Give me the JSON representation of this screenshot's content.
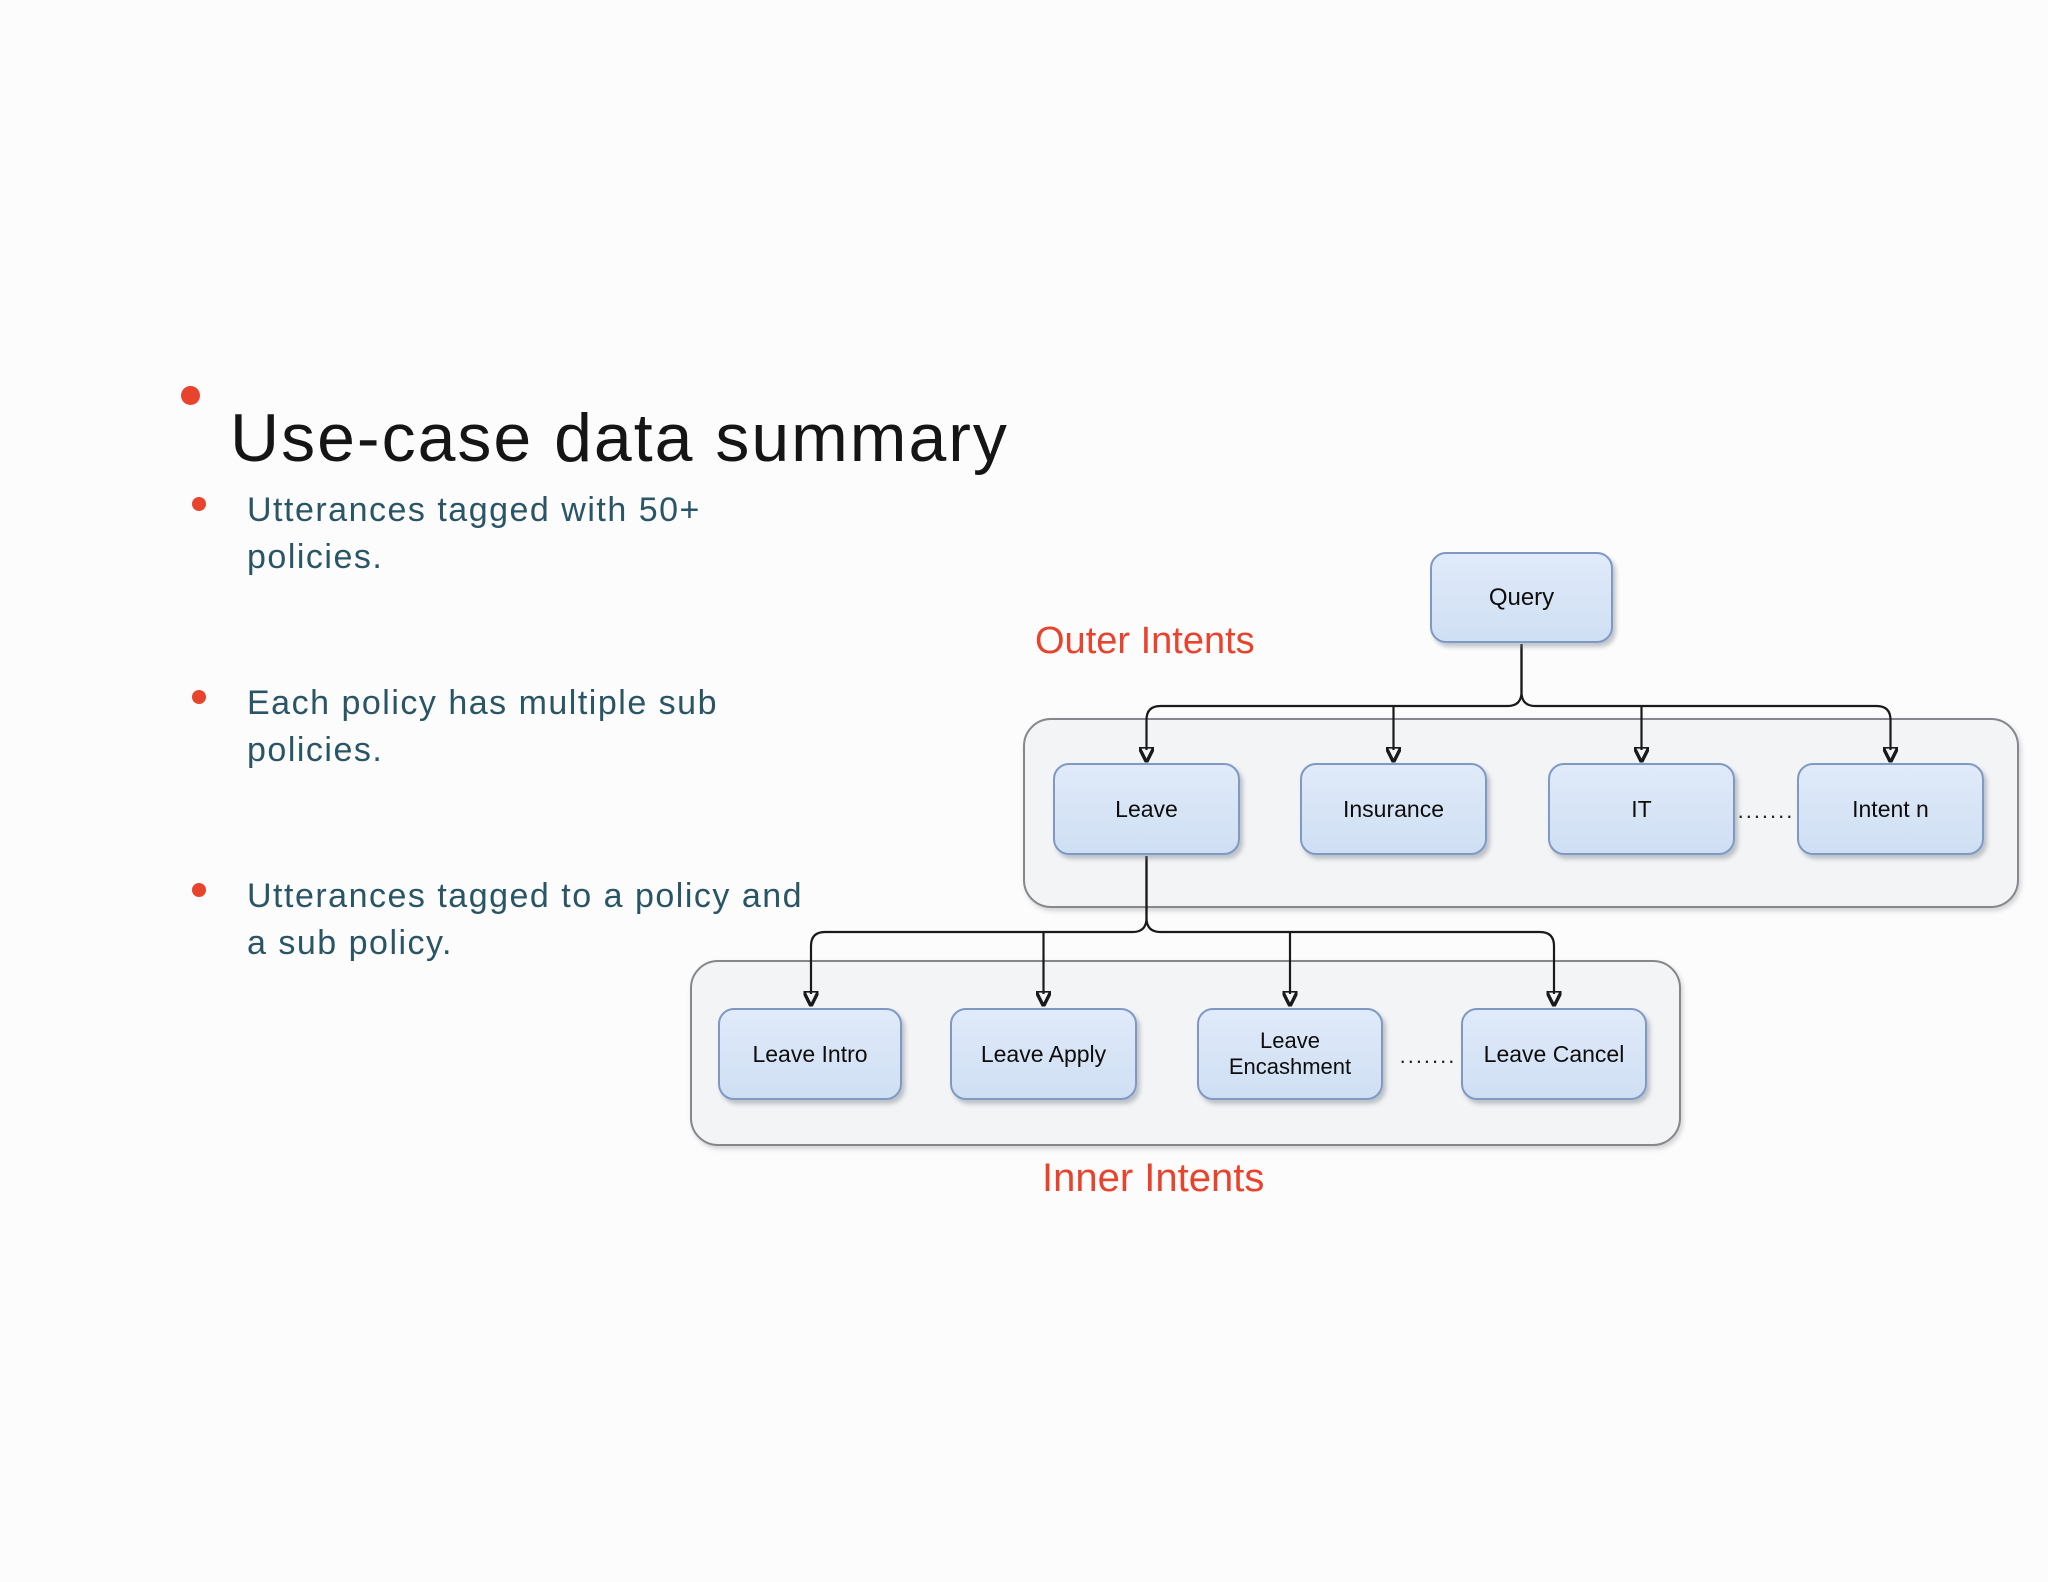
{
  "slide": {
    "title": "Use-case data summary",
    "bullets": [
      {
        "text": "Utterances tagged with 50+ policies."
      },
      {
        "text": "Each policy has multiple sub policies."
      },
      {
        "text": "Utterances tagged to a policy and a sub policy."
      }
    ]
  },
  "diagram": {
    "root_label": "Query",
    "outer_group_label": "Outer Intents",
    "inner_group_label": "Inner Intents",
    "outer_nodes": [
      "Leave",
      "Insurance",
      "IT",
      "Intent n"
    ],
    "outer_ellipsis": ".......",
    "inner_nodes": [
      "Leave Intro",
      "Leave Apply",
      "Leave Encashment",
      "Leave Cancel"
    ],
    "inner_ellipsis": ".......",
    "colors": {
      "accent_red": "#e8432c",
      "body_text_teal": "#2a5565",
      "title_text": "#151515",
      "node_fill": "#d9e5f7",
      "node_border": "#7f99c3",
      "group_fill": "#f3f4f6",
      "group_border": "#86878b",
      "arrow": "#1a1a1a"
    }
  }
}
